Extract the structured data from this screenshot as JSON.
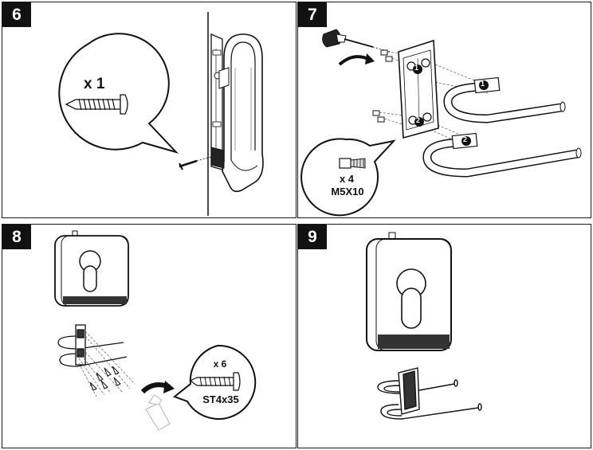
{
  "steps": [
    {
      "number": "6",
      "screw_qty": "x 1"
    },
    {
      "number": "7",
      "screw_qty": "x 4",
      "screw_spec": "M5X10",
      "callouts": [
        "1",
        "2",
        "1",
        "2"
      ]
    },
    {
      "number": "8",
      "screw_qty": "x 6",
      "screw_spec": "ST4x35"
    },
    {
      "number": "9"
    }
  ]
}
